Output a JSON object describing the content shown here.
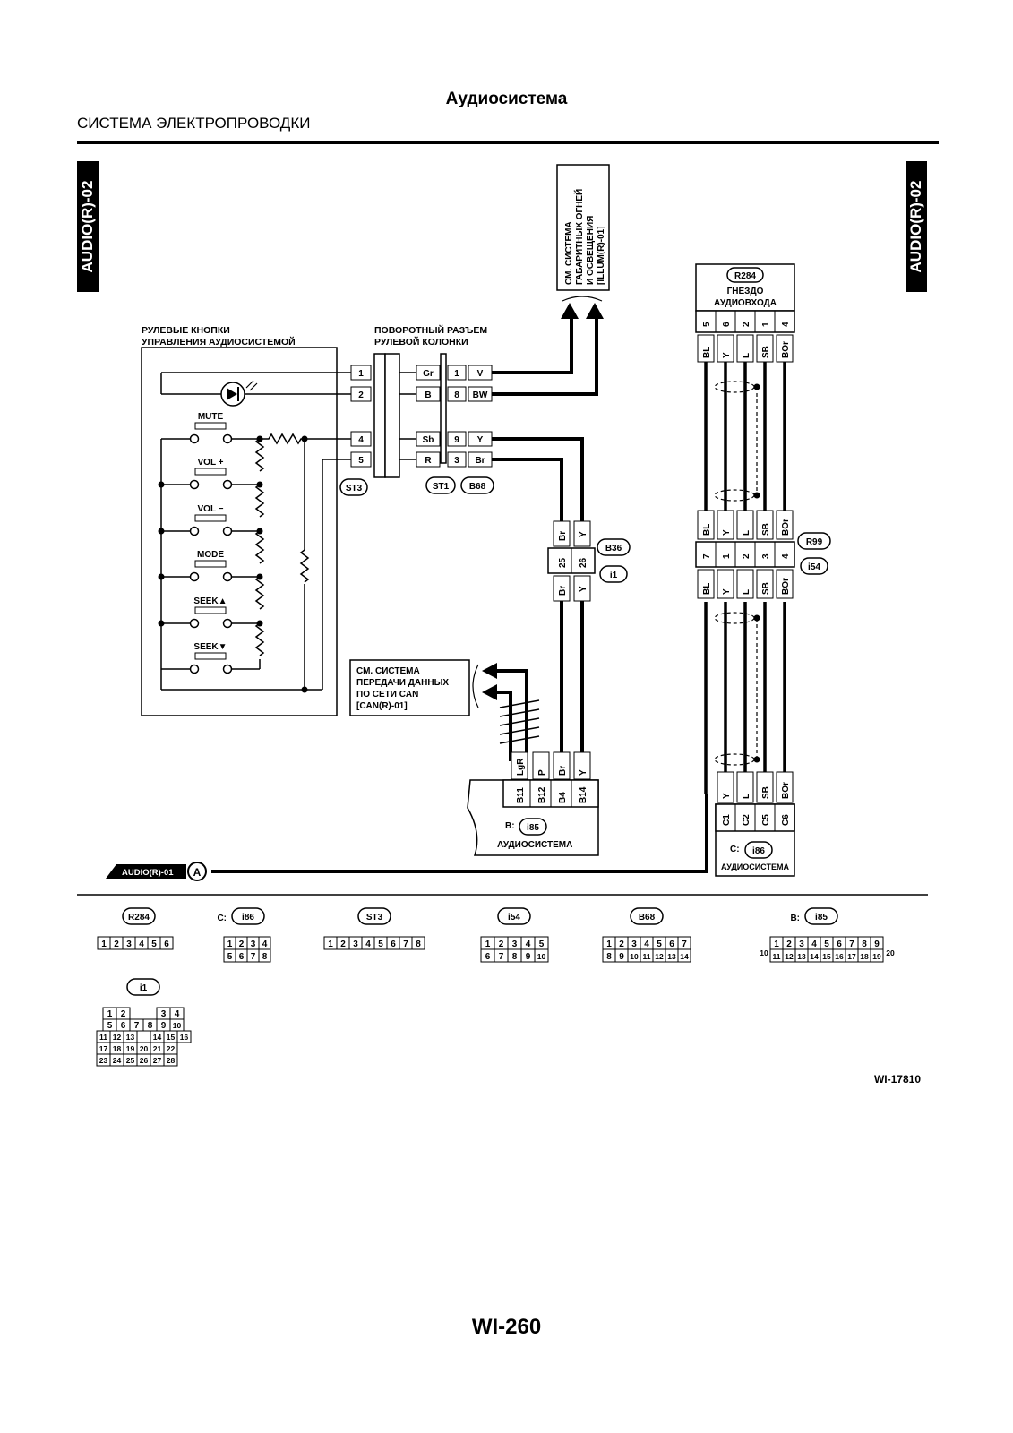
{
  "header": {
    "title": "Аудиосистема",
    "subtitle": "СИСТЕМА ЭЛЕКТРОПРОВОДКИ",
    "side_tag_left": "AUDIO(R)-02",
    "side_tag_right": "AUDIO(R)-02"
  },
  "diagram": {
    "steering_switch": {
      "line1": "РУЛЕВЫЕ КНОПКИ",
      "line2": "УПРАВЛЕНИЯ АУДИОСИСТЕМОЙ"
    },
    "buttons": [
      "MUTE",
      "VOL +",
      "VOL −",
      "MODE",
      "SEEK▲",
      "SEEK▼"
    ],
    "st3_pins": [
      "1",
      "2",
      "4",
      "5"
    ],
    "rotary_connector": {
      "line1": "ПОВОРОТНЫЙ РАЗЪЕМ",
      "line2": "РУЛЕВОЙ КОЛОНКИ"
    },
    "rotary_rows": [
      {
        "c1": "Gr",
        "pin": "1",
        "c2": "V"
      },
      {
        "c1": "B",
        "pin": "8",
        "c2": "BW"
      },
      {
        "c1": "Sb",
        "pin": "9",
        "c2": "Y"
      },
      {
        "c1": "R",
        "pin": "3",
        "c2": "Br"
      }
    ],
    "tags": {
      "st3": "ST3",
      "st1": "ST1",
      "b68": "B68",
      "b36": "B36",
      "i1": "i1",
      "r99": "R99",
      "i54": "i54",
      "r284": "R284",
      "i85": "i85",
      "i86": "i86"
    },
    "illum_ref": {
      "line1": "СМ. СИСТЕМА",
      "line2": "ГАБАРИТНЫХ ОГНЕЙ",
      "line3": "И ОСВЕЩЕНИЯ",
      "line4": "[ILLUM(R)-01]"
    },
    "can_ref": {
      "line1": "СМ. СИСТЕМА",
      "line2": "ПЕРЕДАЧИ ДАННЫХ",
      "line3": "ПО СЕТИ CAN",
      "line4": "[CAN(R)-01]"
    },
    "b36_top_colors": [
      "Br",
      "Y"
    ],
    "b36_pins": [
      "25",
      "26"
    ],
    "b36_bottom_colors": [
      "Br",
      "Y"
    ],
    "r284_box": {
      "line1": "ГНЕЗДО",
      "line2": "АУДИОВХОДА"
    },
    "r284_pins": [
      "5",
      "6",
      "2",
      "1",
      "4"
    ],
    "r284_colors": [
      "BL",
      "Y",
      "L",
      "SB",
      "BOr"
    ],
    "r99_top_colors": [
      "BL",
      "Y",
      "L",
      "SB",
      "BOr"
    ],
    "r99_pins": [
      "7",
      "1",
      "2",
      "3",
      "4"
    ],
    "r99_bottom_colors": [
      "BL",
      "Y",
      "L",
      "SB",
      "BOr"
    ],
    "i85_colors": [
      "LgR",
      "P",
      "Br",
      "Y"
    ],
    "i85_pins": [
      "B11",
      "B12",
      "B4",
      "B14"
    ],
    "i85_box": {
      "prefix": "B:",
      "label": "АУДИОСИСТЕМА"
    },
    "i86_colors": [
      "Y",
      "L",
      "SB",
      "BOr"
    ],
    "i86_pins": [
      "C1",
      "C2",
      "C5",
      "C6"
    ],
    "i86_box": {
      "prefix": "C:",
      "label": "АУДИОСИСТЕМА"
    },
    "ground_ref": {
      "label": "AUDIO(R)-01",
      "marker": "A"
    }
  },
  "connectors": [
    {
      "tag": "R284",
      "prefix": "",
      "rows": [
        [
          "1",
          "2",
          "3",
          "4",
          "5",
          "6"
        ]
      ]
    },
    {
      "tag": "i86",
      "prefix": "C:",
      "rows": [
        [
          "1",
          "2",
          "3",
          "4"
        ],
        [
          "5",
          "6",
          "7",
          "8"
        ]
      ]
    },
    {
      "tag": "ST3",
      "prefix": "",
      "rows": [
        [
          "1",
          "2",
          "3",
          "4",
          "5",
          "6",
          "7",
          "8"
        ]
      ]
    },
    {
      "tag": "i54",
      "prefix": "",
      "rows": [
        [
          "1",
          "2",
          "3",
          "4",
          "5"
        ],
        [
          "6",
          "7",
          "8",
          "9",
          "10"
        ]
      ]
    },
    {
      "tag": "B68",
      "prefix": "",
      "rows": [
        [
          "1",
          "2",
          "3",
          "4",
          "5",
          "6",
          "7"
        ],
        [
          "8",
          "9",
          "10",
          "11",
          "12",
          "13",
          "14"
        ]
      ]
    },
    {
      "tag": "i85",
      "prefix": "B:",
      "side_left": "10",
      "side_right": "20",
      "rows": [
        [
          "1",
          "2",
          "3",
          "4",
          "5",
          "6",
          "7",
          "8",
          "9"
        ],
        [
          "11",
          "12",
          "13",
          "14",
          "15",
          "16",
          "17",
          "18",
          "19"
        ]
      ]
    },
    {
      "tag": "i1",
      "prefix": "",
      "rows": [
        [
          "1",
          "2",
          "",
          "",
          "3",
          "4"
        ],
        [
          "5",
          "6",
          "7",
          "8",
          "9",
          "10"
        ],
        [
          "11",
          "12",
          "13",
          "",
          "14",
          "15",
          "16"
        ],
        [
          "17",
          "18",
          "19",
          "20",
          "21",
          "22"
        ],
        [
          "23",
          "24",
          "25",
          "26",
          "27",
          "28"
        ]
      ]
    }
  ],
  "figure_code": "WI-17810",
  "page_number": "WI-260"
}
